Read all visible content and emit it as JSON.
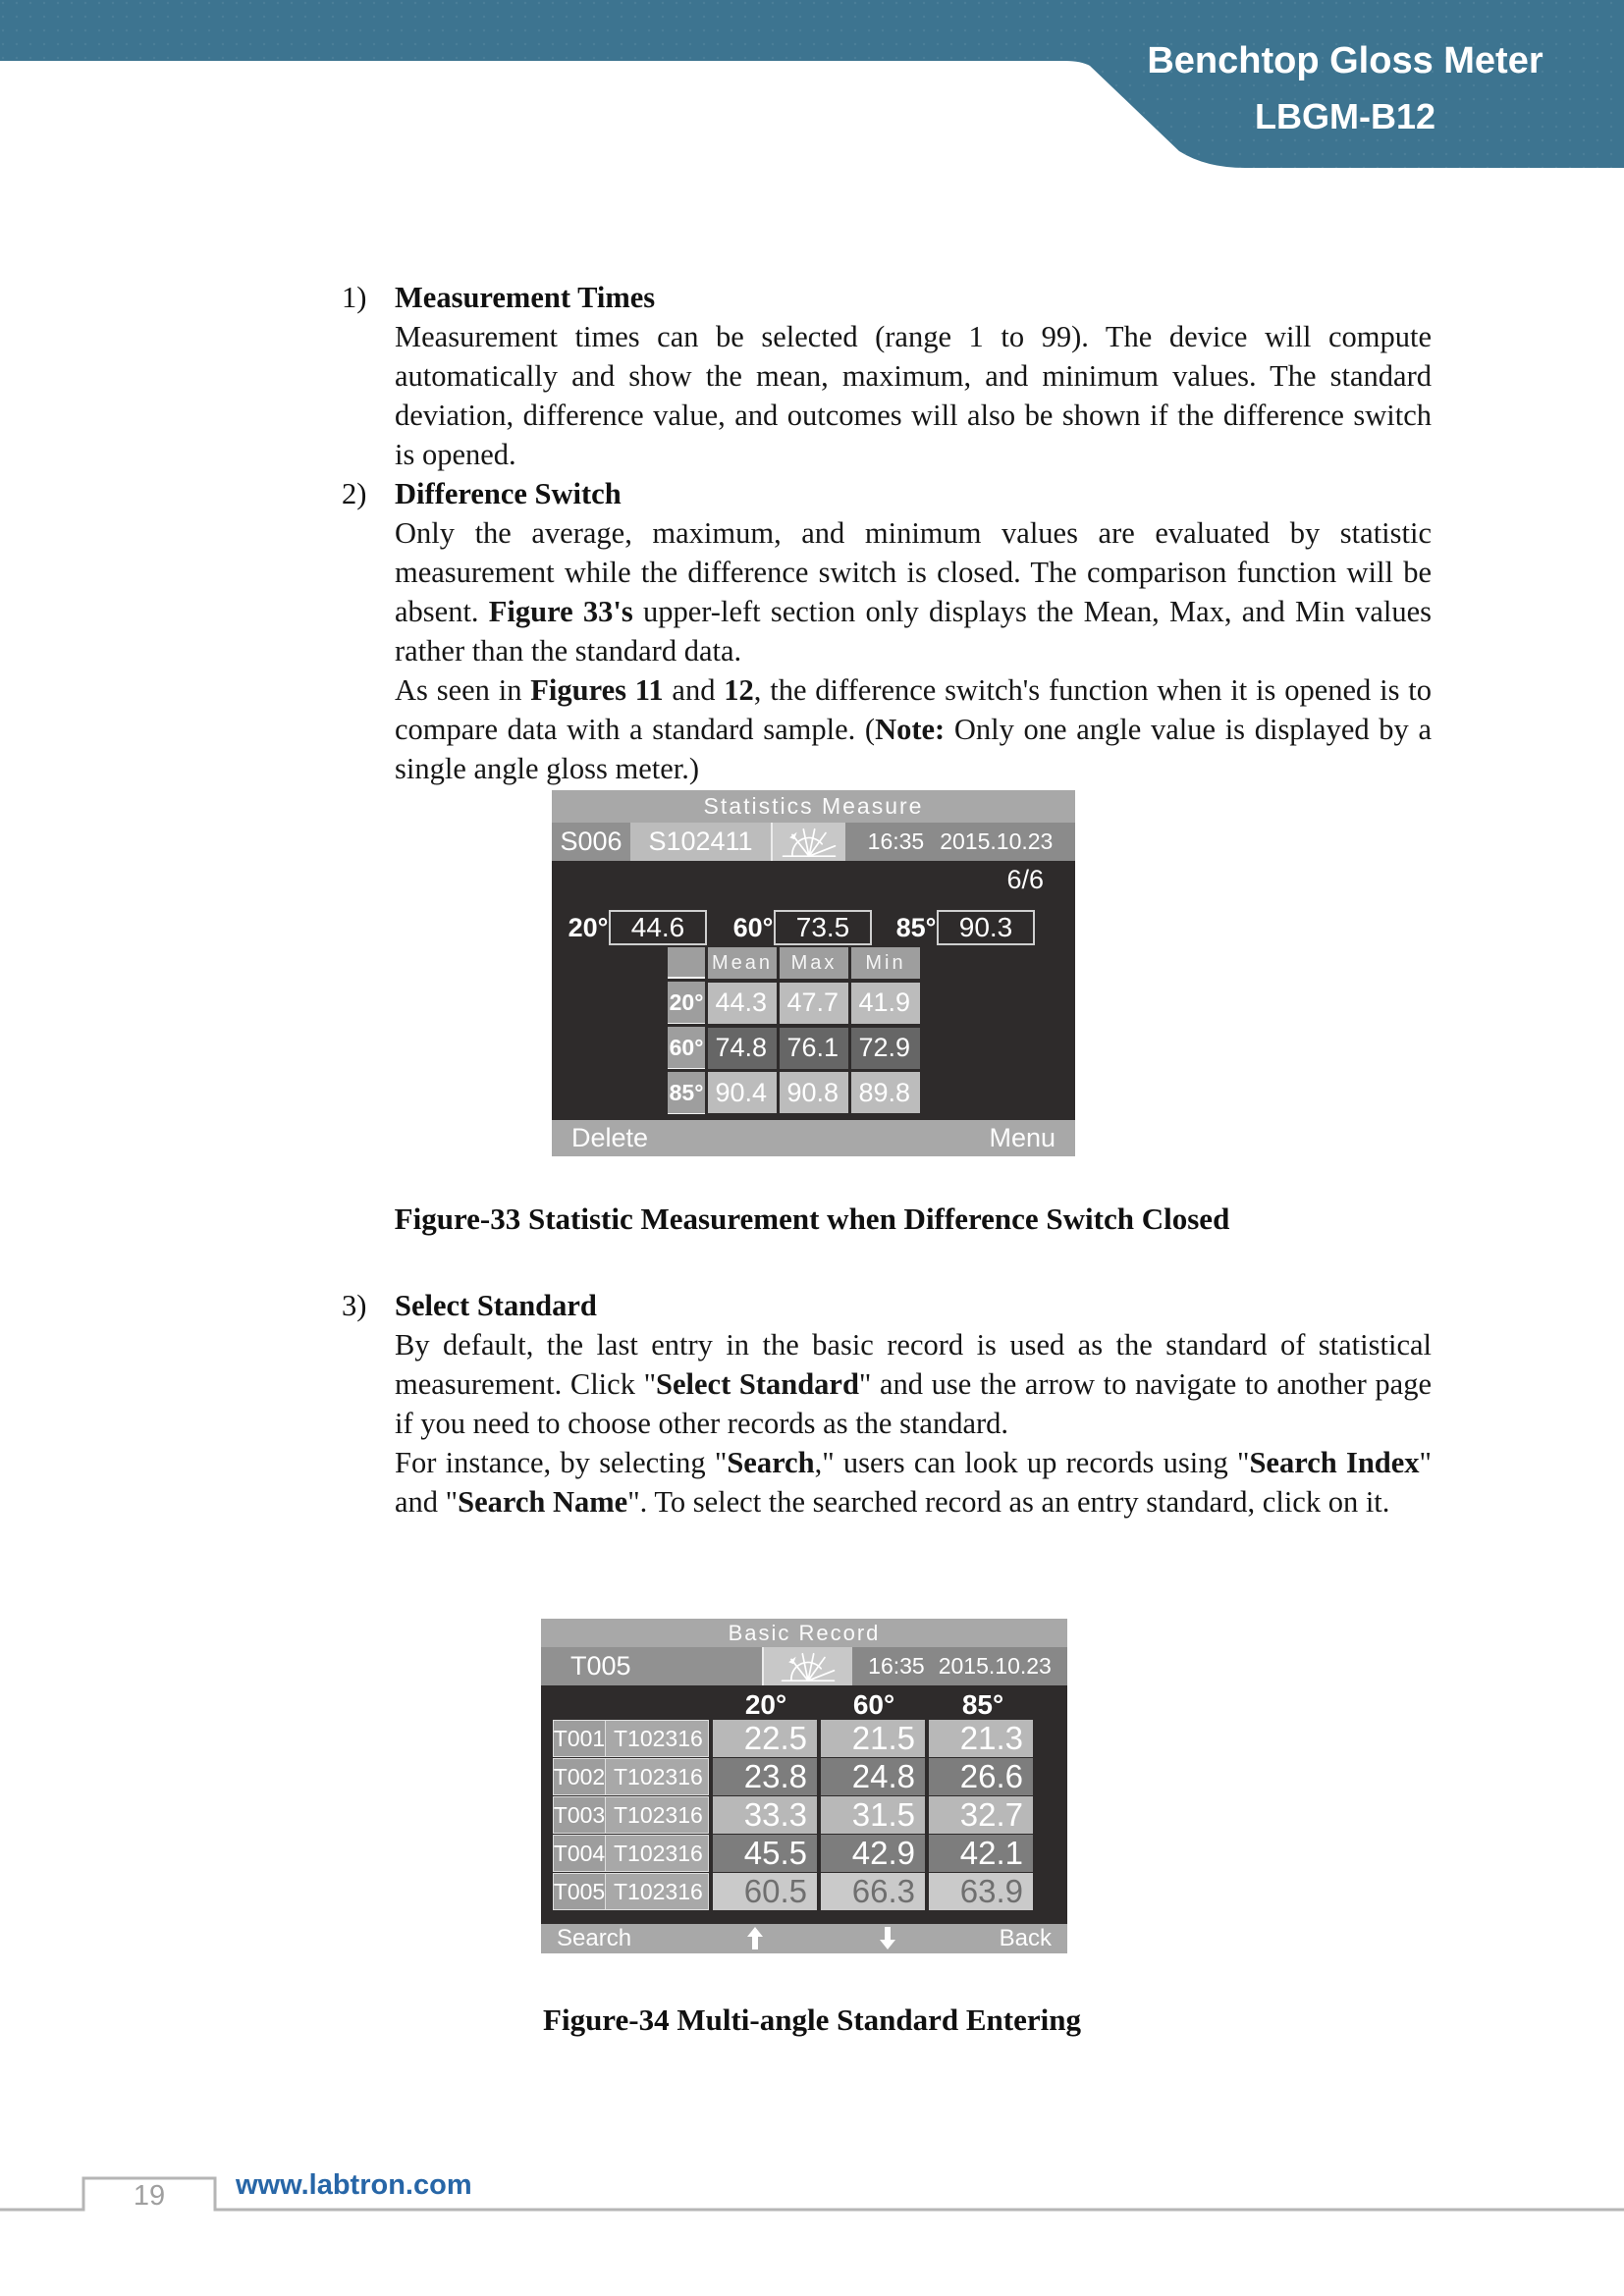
{
  "header": {
    "product": "Benchtop Gloss Meter",
    "model": "LBGM-B12"
  },
  "colors": {
    "banner_teal": "#3d7490",
    "link_blue": "#2766a7",
    "screen_body_dark": "#2e2b2b",
    "screen_bar_gray": "#a8a8a8"
  },
  "sections": [
    {
      "num": "1)",
      "heading": "Measurement Times",
      "paras": [
        {
          "segs": [
            {
              "t": "Measurement times can be selected (range 1 to 99). The device will compute automatically and show the mean, maximum, and minimum values. The standard deviation, difference value, and outcomes will also be shown if the difference switch is opened."
            }
          ]
        }
      ]
    },
    {
      "num": "2)",
      "heading": "Difference Switch",
      "paras": [
        {
          "segs": [
            {
              "t": "Only the average, maximum, and minimum values are evaluated by statistic measurement while the difference switch is closed. The comparison function will be absent. "
            },
            {
              "t": "Figure 33's",
              "b": true
            },
            {
              "t": " upper-left section only displays the Mean, Max, and Min values rather than the standard data."
            }
          ]
        },
        {
          "segs": [
            {
              "t": "As seen in "
            },
            {
              "t": "Figures 11",
              "b": true
            },
            {
              "t": " and "
            },
            {
              "t": "12",
              "b": true
            },
            {
              "t": ", the difference switch's function when it is opened is to compare data with a standard sample. ("
            },
            {
              "t": "Note:",
              "b": true
            },
            {
              "t": " Only one angle value is displayed by a single angle gloss meter.)"
            }
          ]
        }
      ]
    },
    {
      "num": "3)",
      "heading": "Select Standard",
      "paras": [
        {
          "segs": [
            {
              "t": "By default, the last entry in the basic record is used as the standard of statistical measurement. Click \""
            },
            {
              "t": "Select Standard",
              "b": true
            },
            {
              "t": "\" and use the arrow to navigate to another page if you need to choose other records as the standard."
            }
          ]
        },
        {
          "segs": [
            {
              "t": "For instance, by selecting \""
            },
            {
              "t": "Search",
              "b": true
            },
            {
              "t": ",\" users can look up records using \""
            },
            {
              "t": "Search Index",
              "b": true
            },
            {
              "t": "\" and \""
            },
            {
              "t": "Search Name",
              "b": true
            },
            {
              "t": "\". To select the searched record as an entry standard, click on it."
            }
          ]
        }
      ]
    }
  ],
  "figure33": {
    "caption": "Figure-33 Statistic Measurement when Difference Switch Closed",
    "screen": {
      "title": "Statistics Measure",
      "index": "S006",
      "name": "S102411",
      "icon": "gloss-angles-icon",
      "time": "16:35",
      "date": "2015.10.23",
      "counter": "6/6",
      "current": [
        {
          "angle": "20°",
          "value": "44.6"
        },
        {
          "angle": "60°",
          "value": "73.5"
        },
        {
          "angle": "85°",
          "value": "90.3"
        }
      ],
      "table": {
        "headers": [
          "Mean",
          "Max",
          "Min"
        ],
        "rows": [
          {
            "angle": "20°",
            "values": [
              "44.3",
              "47.7",
              "41.9"
            ]
          },
          {
            "angle": "60°",
            "values": [
              "74.8",
              "76.1",
              "72.9"
            ]
          },
          {
            "angle": "85°",
            "values": [
              "90.4",
              "90.8",
              "89.8"
            ]
          }
        ]
      },
      "softkeys": {
        "left": "Delete",
        "right": "Menu"
      }
    }
  },
  "figure34": {
    "caption": "Figure-34 Multi-angle Standard Entering",
    "screen": {
      "title": "Basic Record",
      "standard": "T005",
      "icon": "gloss-angles-icon",
      "time": "16:35",
      "date": "2015.10.23",
      "angles": [
        "20°",
        "60°",
        "85°"
      ],
      "rows": [
        {
          "id": "T001",
          "name": "T102316",
          "values": [
            "22.5",
            "21.5",
            "21.3"
          ]
        },
        {
          "id": "T002",
          "name": "T102316",
          "values": [
            "23.8",
            "24.8",
            "26.6"
          ]
        },
        {
          "id": "T003",
          "name": "T102316",
          "values": [
            "33.3",
            "31.5",
            "32.7"
          ]
        },
        {
          "id": "T004",
          "name": "T102316",
          "values": [
            "45.5",
            "42.9",
            "42.1"
          ]
        },
        {
          "id": "T005",
          "name": "T102316",
          "values": [
            "60.5",
            "66.3",
            "63.9"
          ]
        }
      ],
      "softkeys": {
        "left": "Search",
        "up": "↑",
        "down": "↓",
        "right": "Back"
      }
    }
  },
  "footer": {
    "page_number": "19",
    "website": "www.labtron.com"
  }
}
